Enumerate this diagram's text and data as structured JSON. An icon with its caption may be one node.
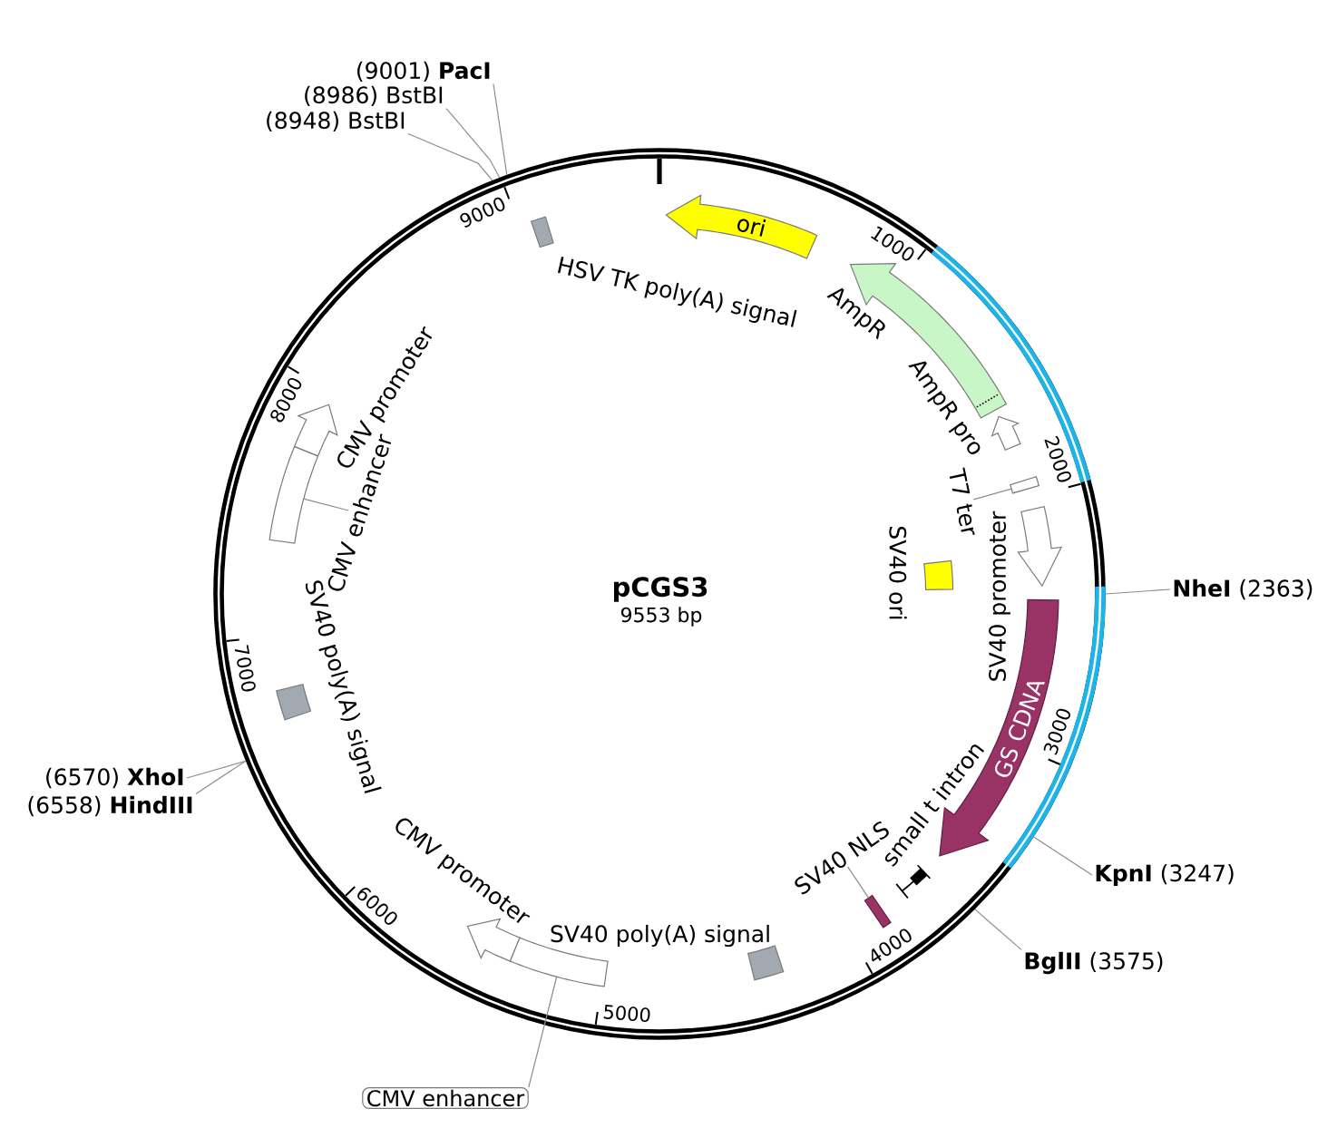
{
  "diagram": {
    "nodes": [
      {
        "text": [
          "pCGS3",
          "9553 bp"
        ]
      },
      {
        "text": [
          "HSV TK poly(A) signal"
        ],
        "in": 0
      },
      {
        "text": [
          "ori"
        ],
        "in": 0
      },
      {
        "text": [
          "AmpR"
        ],
        "in": 0
      },
      {
        "text": [
          "AmpR pro"
        ],
        "in": 0
      },
      {
        "text": [
          "T7 ter"
        ],
        "in": 0
      },
      {
        "text": [],
        "shape": "box",
        "in": 0
      },
      {
        "text": [
          "SV40 ori"
        ],
        "in": 0
      },
      {
        "text": [
          "SV40 promoter"
        ],
        "in": 0
      },
      {
        "text": [
          "GS CDNA"
        ],
        "in": 0
      },
      {
        "text": [
          "small t intron"
        ],
        "in": 0
      },
      {
        "text": [
          "SV40 NLS"
        ],
        "in": 0
      },
      {
        "text": [],
        "shape": "bar",
        "in": 0
      },
      {
        "text": [
          "SV40 poly(A) signal"
        ],
        "in": 0
      },
      {
        "text": [
          "CMV promoter"
        ],
        "in": 0
      },
      {
        "text": [],
        "shape": "box",
        "in": 0
      },
      {
        "text": [
          "CMV enhancer"
        ]
      },
      {
        "text": [
          "SV40 poly(A) signal"
        ],
        "in": 0
      },
      {
        "text": [],
        "shape": "box",
        "in": 0
      },
      {
        "text": [
          "CMV enhancer"
        ],
        "in": 0
      },
      {
        "text": [
          "CMV promoter"
        ],
        "in": 0
      },
      {
        "text": [
          "(9001) **PacI**"
        ]
      },
      {
        "text": [
          "(8986) BstBI"
        ]
      },
      {
        "text": [
          "(8948) BstBI"
        ]
      },
      {
        "text": [
          "**NheI** (2363)"
        ]
      },
      {
        "text": [
          "**KpnI** (3247)"
        ]
      },
      {
        "text": [
          "**BglII** (3575)"
        ]
      },
      {
        "text": [
          "(6570) **XhoI**"
        ]
      },
      {
        "text": [
          "(6558) **HindIII**"
        ]
      }
    ],
    "edges": [
      {
        "from": 5,
        "to": 6,
        "arrow": "none"
      },
      {
        "from": 11,
        "to": 12,
        "arrow": "none"
      },
      {
        "from": 16,
        "to": 15,
        "arrow": "none"
      },
      {
        "from": 19,
        "to": 18,
        "arrow": "none"
      },
      {
        "from": 21,
        "to": 0,
        "arrow": "none"
      },
      {
        "from": 22,
        "to": 0,
        "arrow": "none"
      },
      {
        "from": 23,
        "to": 0,
        "arrow": "none"
      },
      {
        "from": 24,
        "to": 0,
        "arrow": "none"
      },
      {
        "from": 25,
        "to": 0,
        "arrow": "none"
      },
      {
        "from": 26,
        "to": 0,
        "arrow": "none"
      },
      {
        "from": 27,
        "to": 0,
        "arrow": "none"
      },
      {
        "from": 28,
        "to": 0,
        "arrow": "none"
      }
    ],
    "labels": [
      "1000",
      "2000",
      "3000",
      "4000",
      "5000",
      "6000",
      "7000",
      "8000",
      "9000"
    ]
  }
}
